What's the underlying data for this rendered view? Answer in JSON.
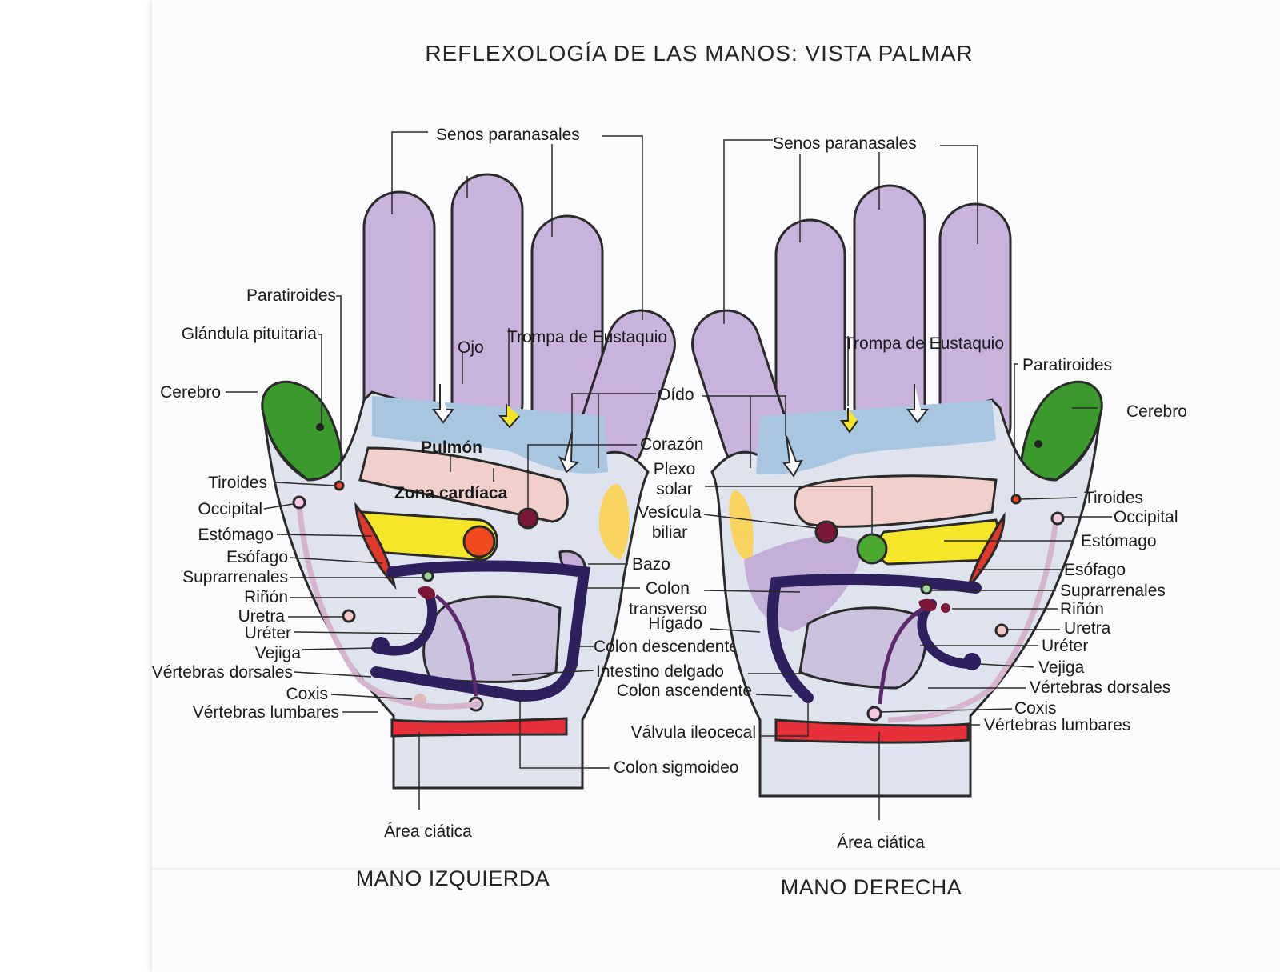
{
  "title": "REFLEXOLOGÍA DE LAS MANOS: VISTA PALMAR",
  "left_hand": {
    "caption": "MANO IZQUIERDA",
    "labels": {
      "senos": "Senos paranasales",
      "paratiroides": "Paratiroides",
      "pituitaria": "Glándula pituitaria",
      "cerebro": "Cerebro",
      "ojo": "Ojo",
      "trompa": "Trompa de Eustaquio",
      "oido": "Oído",
      "pulmon": "Pulmón",
      "zona_cardiaca": "Zona cardíaca",
      "corazon": "Corazón",
      "tiroides": "Tiroides",
      "occipital": "Occipital",
      "estomago": "Estómago",
      "esofago": "Esófago",
      "suprarrenales": "Suprarrenales",
      "rinon": "Riñón",
      "uretra": "Uretra",
      "ureter": "Uréter",
      "vejiga": "Vejiga",
      "vertebras_dorsales": "Vértebras dorsales",
      "coxis": "Coxis",
      "vertebras_lumbares": "Vértebras lumbares",
      "area_ciatica": "Área ciática",
      "bazo": "Bazo",
      "colon_transverso_1": "Colon",
      "colon_transverso_2": "transverso",
      "colon_descendente": "Colon descendente",
      "intestino_delgado": "Intestino delgado",
      "colon_sigmoideo": "Colon sigmoideo"
    }
  },
  "right_hand": {
    "caption": "MANO DERECHA",
    "labels": {
      "senos": "Senos paranasales",
      "trompa": "Trompa de Eustaquio",
      "paratiroides": "Paratiroides",
      "cerebro": "Cerebro",
      "plexo_1": "Plexo",
      "plexo_2": "solar",
      "vesicula_1": "Vesícula",
      "vesicula_2": "biliar",
      "tiroides": "Tiroides",
      "occipital": "Occipital",
      "estomago": "Estómago",
      "esofago": "Esófago",
      "suprarrenales": "Suprarrenales",
      "rinon": "Riñón",
      "uretra": "Uretra",
      "ureter": "Uréter",
      "vejiga": "Vejiga",
      "vertebras_dorsales": "Vértebras dorsales",
      "coxis": "Coxis",
      "vertebras_lumbares": "Vértebras lumbares",
      "higado": "Hígado",
      "colon_ascendente": "Colon ascendente",
      "valvula": "Válvula ileocecal",
      "area_ciatica": "Área ciática"
    }
  },
  "colors": {
    "fingers": "#c9b3dd",
    "eye_ear_band": "#a9c6e0",
    "palm": "#dfe3ee",
    "lung": "#f1cfcb",
    "stomach": "#f5e62a",
    "brain": "#3a9a2c",
    "spine": "#d6b3cf",
    "colon": "#2e1f5e",
    "sciatic": "#e8303a",
    "esophagus": "#e0392b",
    "heart_dot": "#7b1838",
    "solar_plexus": "#4aa82f",
    "orange_dot": "#f04a1e",
    "spleen_yellow": "#f8d360",
    "intestine": "#cbc3de",
    "liver": "#c4b0d6"
  }
}
